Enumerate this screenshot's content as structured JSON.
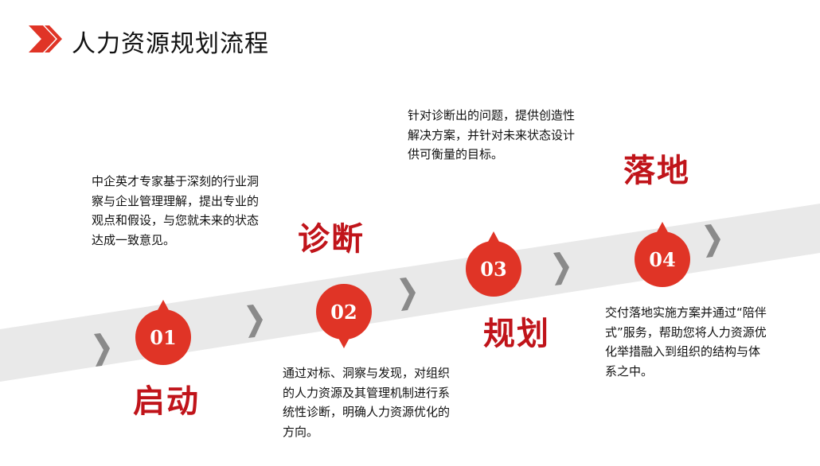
{
  "title": "人力资源规划流程",
  "colors": {
    "accent": "#e03426",
    "stage": "#c0141a",
    "band": "#e9e9e9",
    "chevron": "#888888"
  },
  "steps": [
    {
      "num": "01",
      "stage": "启动",
      "desc": "中企英才专家基于深刻的行业洞察与企业管理理解，提出专业的观点和假设，与您就未来的状态达成一致意见。"
    },
    {
      "num": "02",
      "stage": "诊断",
      "desc": "通过对标、洞察与发现，对组织的人力资源及其管理机制进行系统性诊断，明确人力资源优化的方向。"
    },
    {
      "num": "03",
      "stage": "规划",
      "desc": "针对诊断出的问题，提供创造性解决方案，并针对未来状态设计供可衡量的目标。"
    },
    {
      "num": "04",
      "stage": "落地",
      "desc": "交付落地实施方案并通过“陪伴式”服务，帮助您将人力资源优化举措融入到组织的结构与体系之中。"
    }
  ]
}
